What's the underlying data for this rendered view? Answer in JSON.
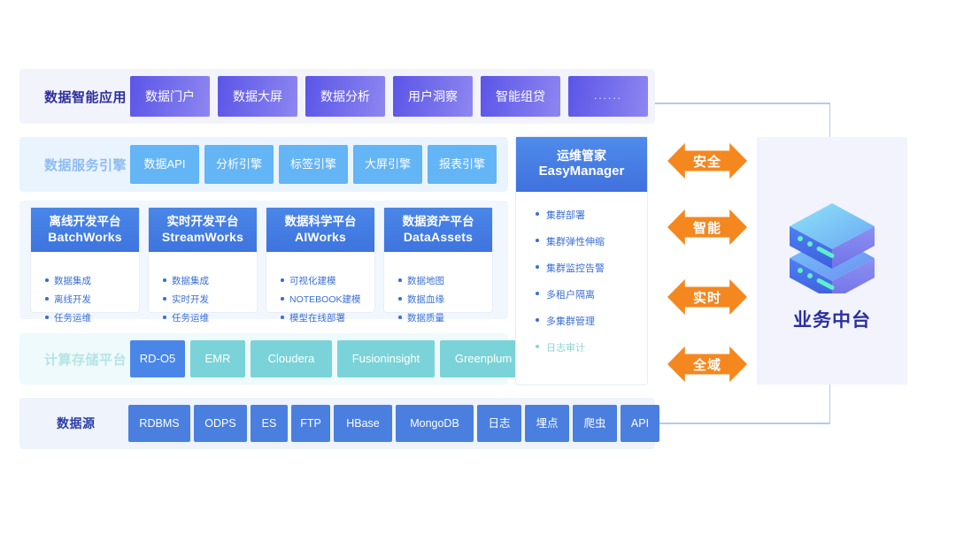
{
  "rows": {
    "apps": {
      "label": "数据智能应用",
      "items": [
        "数据门户",
        "数据大屏",
        "数据分析",
        "用户洞察",
        "智能组贷",
        "......"
      ]
    },
    "service_engine": {
      "label": "数据服务引擎",
      "items": [
        "数据API",
        "分析引擎",
        "标签引擎",
        "大屏引擎",
        "报表引擎"
      ]
    },
    "platforms": {
      "cards": [
        {
          "cn": "离线开发平台",
          "en": "BatchWorks",
          "features": [
            "数据集成",
            "离线开发",
            "任务运维"
          ]
        },
        {
          "cn": "实时开发平台",
          "en": "StreamWorks",
          "features": [
            "数据集成",
            "实时开发",
            "任务运维"
          ]
        },
        {
          "cn": "数据科学平台",
          "en": "AIWorks",
          "features": [
            "可视化建模",
            "NOTEBOOK建模",
            "模型在线部署"
          ]
        },
        {
          "cn": "数据资产平台",
          "en": "DataAssets",
          "features": [
            "数据地图",
            "数据血缘",
            "数据质量"
          ]
        }
      ]
    },
    "compute_storage": {
      "label": "计算存储平台",
      "items": [
        {
          "name": "RD-O5",
          "active": true
        },
        {
          "name": "EMR",
          "active": false
        },
        {
          "name": "Cloudera",
          "active": false
        },
        {
          "name": "Fusioninsight",
          "active": false
        },
        {
          "name": "Greenplum",
          "active": false
        }
      ]
    },
    "data_source": {
      "label": "数据源",
      "items": [
        "RDBMS",
        "ODPS",
        "ES",
        "FTP",
        "HBase",
        "MongoDB",
        "日志",
        "埋点",
        "爬虫",
        "API"
      ]
    }
  },
  "easy_manager": {
    "title_cn": "运维管家",
    "title_en": "EasyManager",
    "features": [
      {
        "text": "集群部署",
        "muted": false
      },
      {
        "text": "集群弹性伸缩",
        "muted": false
      },
      {
        "text": "集群监控告警",
        "muted": false
      },
      {
        "text": "多租户隔离",
        "muted": false
      },
      {
        "text": "多集群管理",
        "muted": false
      },
      {
        "text": "日志审计",
        "muted": true
      }
    ]
  },
  "arrows": [
    "安全",
    "智能",
    "实时",
    "全域"
  ],
  "business_panel": {
    "title": "业务中台",
    "icon": "server-stack-icon"
  },
  "colors": {
    "app_gradient_start": "#5b55e8",
    "app_gradient_end": "#8d86f0",
    "service_blue": "#64b5f6",
    "platform_blue": "#4a86e8",
    "teal": "#7ad3d8",
    "source_blue": "#4a7fe0",
    "arrow_orange": "#f5871f",
    "title_indigo": "#2c2f9e",
    "connector": "#b9c7ee"
  }
}
